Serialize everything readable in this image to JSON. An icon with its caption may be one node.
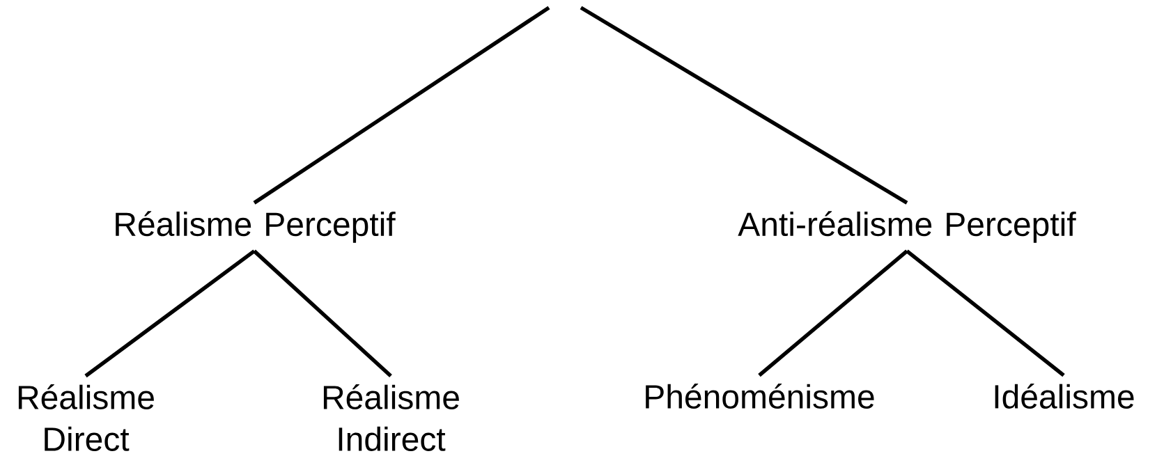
{
  "diagram": {
    "nodes": [
      {
        "text": [
          "Réalisme Perceptif"
        ]
      },
      {
        "text": [
          "Anti-réalisme Perceptif"
        ]
      },
      {
        "text": [
          "Réalisme Direct"
        ]
      },
      {
        "text": [
          "Réalisme Indirect"
        ]
      },
      {
        "text": [
          "Phénoménisme"
        ]
      },
      {
        "text": [
          "Idéalisme"
        ]
      }
    ],
    "edges": [
      {
        "from": null,
        "to": 0,
        "arrow": "none"
      },
      {
        "from": null,
        "to": 1,
        "arrow": "none"
      },
      {
        "from": 0,
        "to": 2,
        "arrow": "none"
      },
      {
        "from": 0,
        "to": 3,
        "arrow": "none"
      },
      {
        "from": 1,
        "to": 4,
        "arrow": "none"
      },
      {
        "from": 1,
        "to": 5,
        "arrow": "none"
      }
    ]
  }
}
